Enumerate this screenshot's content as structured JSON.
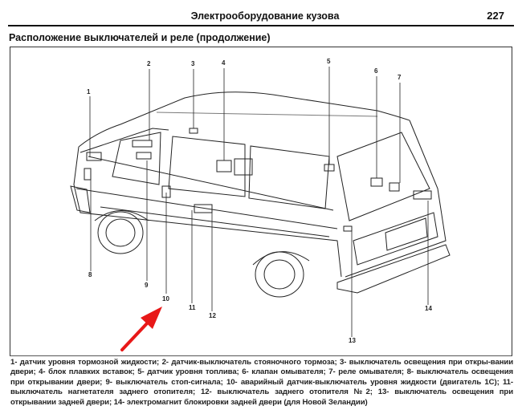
{
  "header": {
    "chapter_title": "Электрооборудование кузова",
    "page_number": "227"
  },
  "section": {
    "title": "Расположение выключателей и реле (продолжение)"
  },
  "figure": {
    "callouts": [
      "1",
      "2",
      "3",
      "4",
      "5",
      "6",
      "7",
      "8",
      "9",
      "10",
      "11",
      "12",
      "13",
      "14"
    ],
    "arrow_color": "#e81818"
  },
  "caption": {
    "text": "1- датчик уровня тормозной жидкости; 2- датчик-выключатель стояночного тормоза; 3- выключатель освещения при откры-вании двери; 4- блок плавких вставок; 5- датчик уровня топлива; 6- клапан омывателя; 7- реле омывателя; 8- выключатель освещения при открывании двери; 9- выключатель стоп-сигнала; 10- аварийный датчик-выключатель уровня жидкости (двигатель 1С); 11- выключатель нагнетателя заднего отопителя; 12- выключатель заднего отопителя №2; 13- выключатель освещения при открывании задней двери; 14- электромагнит блокировки задней двери (для Новой Зеландии)"
  }
}
